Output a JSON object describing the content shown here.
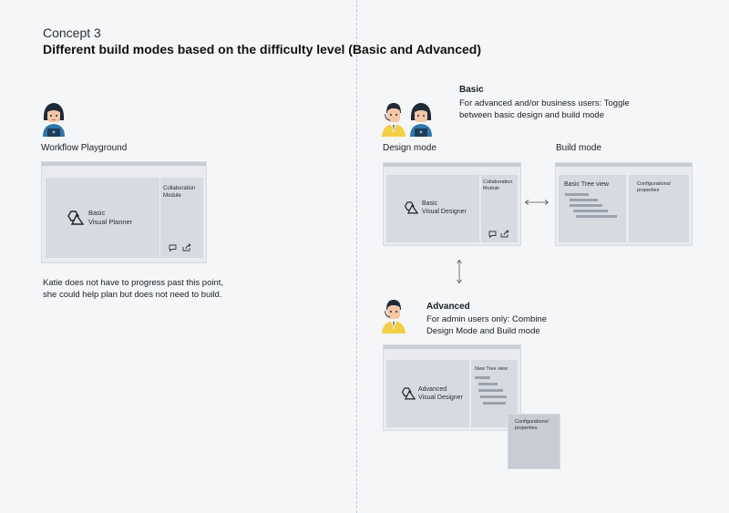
{
  "header": {
    "concept": "Concept 3",
    "headline": "Different build modes based on the difficulty level (Basic and Advanced)"
  },
  "left": {
    "caption": "Workflow Playground",
    "planner_label": "Basic\nVisual Planner",
    "collab_label": "Collaboration\nModule",
    "note": "Katie does not have to progress past this point, she could help plan but does not need to build."
  },
  "basic": {
    "title": "Basic",
    "description": "For advanced and/or business users: Toggle between basic design and  build mode",
    "design_caption": "Design mode",
    "build_caption": "Build mode",
    "designer_label": "Basic\nVisual Designer",
    "collab_label": "Collaboration\nModule",
    "tree_label": "Basic Tree view",
    "config_label": "Configurations/\nproperties"
  },
  "advanced": {
    "title": "Advanced",
    "description": "For admin users only: Combine Design Mode and Build mode",
    "designer_label": "Advanced\nVisual Designer",
    "tree_label": "New Tree view",
    "config_label": "Configurations/\nproperties"
  },
  "icons": {
    "shapes": "shapes-icon",
    "comment": "comment-icon",
    "share": "share-icon",
    "arrow_horizontal": "double-arrow-horizontal-icon",
    "arrow_vertical": "double-arrow-vertical-icon"
  },
  "colors": {
    "background": "#f5f6f8",
    "window": "#e9ebee",
    "panel": "#d7dbe1",
    "tree_line": "#9ba2ae",
    "floating_panel": "#c8cdd5",
    "avatar_blue": "#2f77a8",
    "avatar_yellow": "#f3cf45"
  }
}
